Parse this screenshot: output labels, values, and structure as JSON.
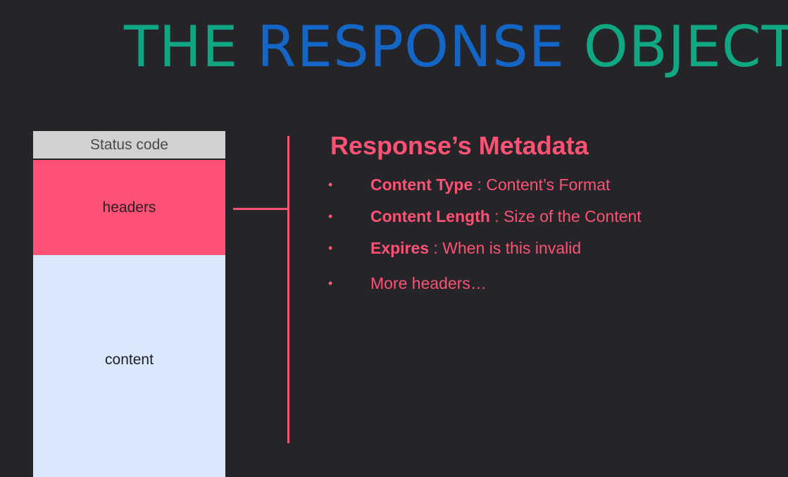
{
  "title": {
    "word1": "THE",
    "word2": "RESPONSE",
    "word3": "OBJECT",
    "colors": {
      "word1": "#11a683",
      "word2": "#1366c6",
      "word3": "#10a783"
    }
  },
  "diagram": {
    "status_code": "Status code",
    "headers": "headers",
    "content": "content",
    "colors": {
      "status": "#d1d1d1",
      "headers": "#fe5175",
      "content": "#dae8fd",
      "accent": "#fd5274",
      "background": "#252429"
    }
  },
  "metadata": {
    "title": "Response’s Metadata",
    "bullet": "•",
    "items": [
      {
        "term": "Content Type",
        "desc": " : Content’s Format"
      },
      {
        "term": "Content Length",
        "desc": " : Size of the Content"
      },
      {
        "term": "Expires",
        "desc": " : When is this invalid"
      },
      {
        "term": "",
        "desc": "More headers…"
      }
    ]
  }
}
